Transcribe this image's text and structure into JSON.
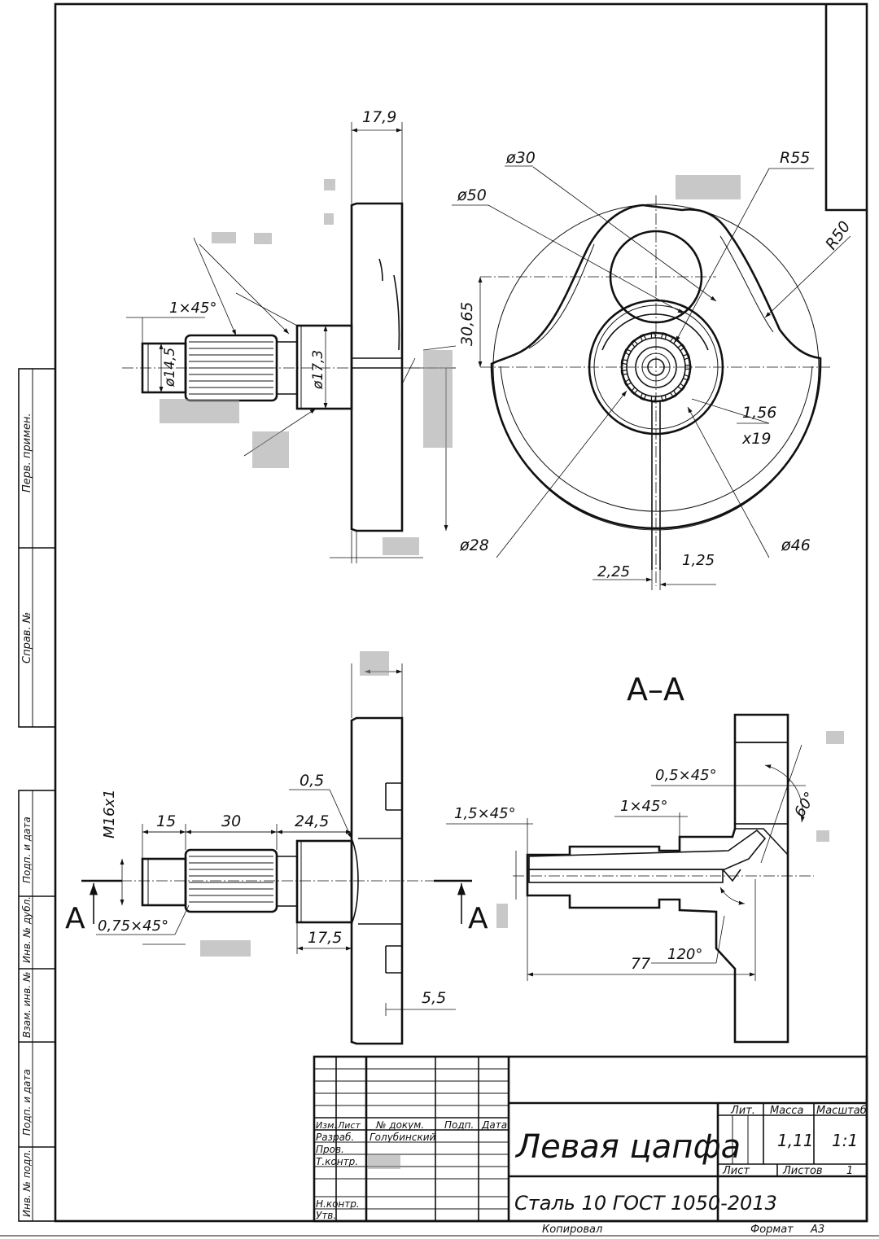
{
  "drawing": {
    "title": "Левая цапфа",
    "material": "Сталь 10 ГОСТ 1050-2013",
    "mass": "1,11",
    "scale": "1:1",
    "sheet_label": "Лист",
    "sheets_label": "Листов",
    "sheets_count": "1",
    "format_label": "Формат",
    "format_value": "А3",
    "copied_label": "Копировал",
    "section_label": "А–А",
    "section_mark_left": "А",
    "section_mark_right": "А"
  },
  "title_block": {
    "headers": {
      "lit": "Лит.",
      "mass": "Масса",
      "scale": "Масштаб"
    },
    "columns": [
      "Изм.",
      "Лист",
      "№ докум.",
      "Подп.",
      "Дата"
    ],
    "rows": [
      {
        "role": "Разраб.",
        "name": "Голубинский"
      },
      {
        "role": "Пров.",
        "name": ""
      },
      {
        "role": "Т.контр.",
        "name": ""
      },
      {
        "role": "Н.контр.",
        "name": ""
      },
      {
        "role": "Утв.",
        "name": ""
      }
    ]
  },
  "side_strip": {
    "labels": [
      "Перв. примен.",
      "Справ. №",
      "Подп. и дата",
      "Инв. № дубл.",
      "Взам. инв. №",
      "Подп. и дата",
      "Инв. № подл."
    ]
  },
  "dimensions": {
    "top_view": {
      "width_disc": "17,9",
      "chamfer": "1×45°",
      "d_spline": "ø14,5",
      "d_neck": "ø17,3"
    },
    "front_view": {
      "d30": "ø30",
      "d50": "ø50",
      "r55": "R55",
      "r50": "R50",
      "offset": "30,65",
      "tooth": "1,56",
      "teeth": "x19",
      "d28": "ø28",
      "d46": "ø46",
      "w1": "2,25",
      "w2": "1,25"
    },
    "lower_view": {
      "thread": "M16x1",
      "l15": "15",
      "l30": "30",
      "l245": "24,5",
      "gap": "0,5",
      "chamfer": "0,75×45°",
      "l175": "17,5",
      "l55": "5,5"
    },
    "section_view": {
      "chamfer_05": "0,5×45°",
      "chamfer_15": "1,5×45°",
      "chamfer_1": "1×45°",
      "angle60": "60°",
      "angle120": "120°",
      "l77": "77"
    }
  }
}
